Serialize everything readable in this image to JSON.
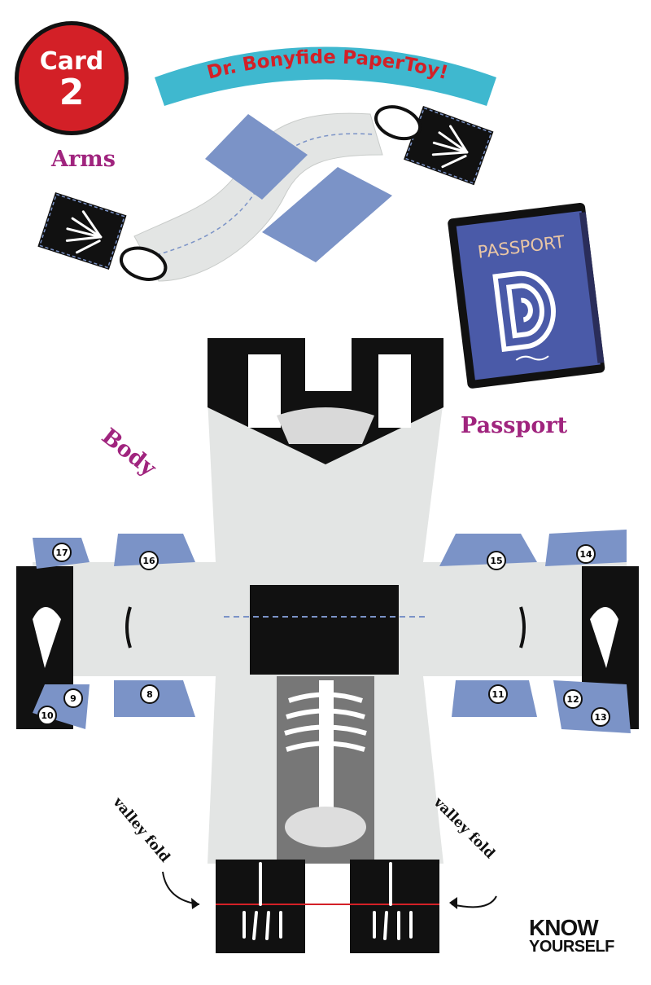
{
  "card": {
    "label": "Card",
    "number": "2"
  },
  "banner": {
    "title": "Dr. Bonyfide PaperToy!"
  },
  "sections": {
    "arms": "Arms",
    "body": "Body",
    "passport": "Passport"
  },
  "passport": {
    "cover_text": "PASSPORT"
  },
  "fold_labels": {
    "left": "valley fold",
    "right": "valley fold"
  },
  "tab_numbers": {
    "t17": "17",
    "t16": "16",
    "t15": "15",
    "t14": "14",
    "t10": "10",
    "t9": "9",
    "t8": "8",
    "t11": "11",
    "t12": "12",
    "t13": "13"
  },
  "logo": {
    "line1": "KNOW",
    "line2": "YOURSELF"
  },
  "colors": {
    "badge_red": "#d32027",
    "banner_teal": "#3fb8cf",
    "label_magenta": "#a0247e",
    "panel_gray": "#e3e5e4",
    "tab_blue": "#7b93c7",
    "passport_blue": "#4a5aa8",
    "passport_tan": "#e9c6a5"
  }
}
